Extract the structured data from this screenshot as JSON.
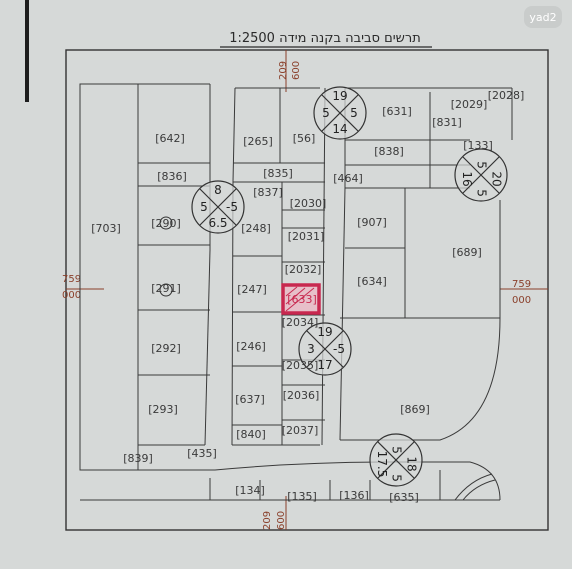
{
  "map": {
    "title": "תרשים סביבה בקנה מידה 1:2500",
    "coords": {
      "top": [
        "209",
        "600"
      ],
      "bottom": [
        "209",
        "600"
      ],
      "left": [
        "759",
        "000"
      ],
      "right": [
        "759",
        "000"
      ]
    },
    "parcels": [
      "[642]",
      "[265]",
      "[56]",
      "[631]",
      "[2029]",
      "[2028]",
      "[831]",
      "[838]",
      "[133]",
      "[836]",
      "[835]",
      "[837]",
      "[464]",
      "[2030]",
      "[703]",
      "[290]",
      "[248]",
      "[2031]",
      "[907]",
      "[689]",
      "[2032]",
      "[634]",
      "[291]",
      "[247]",
      "[633]",
      "[2034]",
      "[292]",
      "[246]",
      "[2035]",
      "[637]",
      "[2036]",
      "[293]",
      "[869]",
      "[840]",
      "[2037]",
      "[839]",
      "[435]",
      "[134]",
      "[135]",
      "[136]",
      "[635]"
    ],
    "cross_markers": [
      {
        "top": "19",
        "left": "5",
        "right": "5",
        "bottom": "14"
      },
      {
        "top": "8",
        "left": "5",
        "right": "-5",
        "bottom": "6.5"
      },
      {
        "top": "19",
        "left": "3",
        "right": "-5",
        "bottom": "17"
      },
      {
        "top": "20",
        "left": "5",
        "right": "5",
        "bottom": "16"
      },
      {
        "top": "18",
        "left": "5",
        "right": "5",
        "bottom": "17.5"
      }
    ],
    "highlighted_parcel": "[633]",
    "colors": {
      "lines": "#3a3a3a",
      "highlight": "#c8284f",
      "label": "#3a3a3a",
      "coord": "#8a3f2a"
    }
  },
  "watermark": "yad2"
}
